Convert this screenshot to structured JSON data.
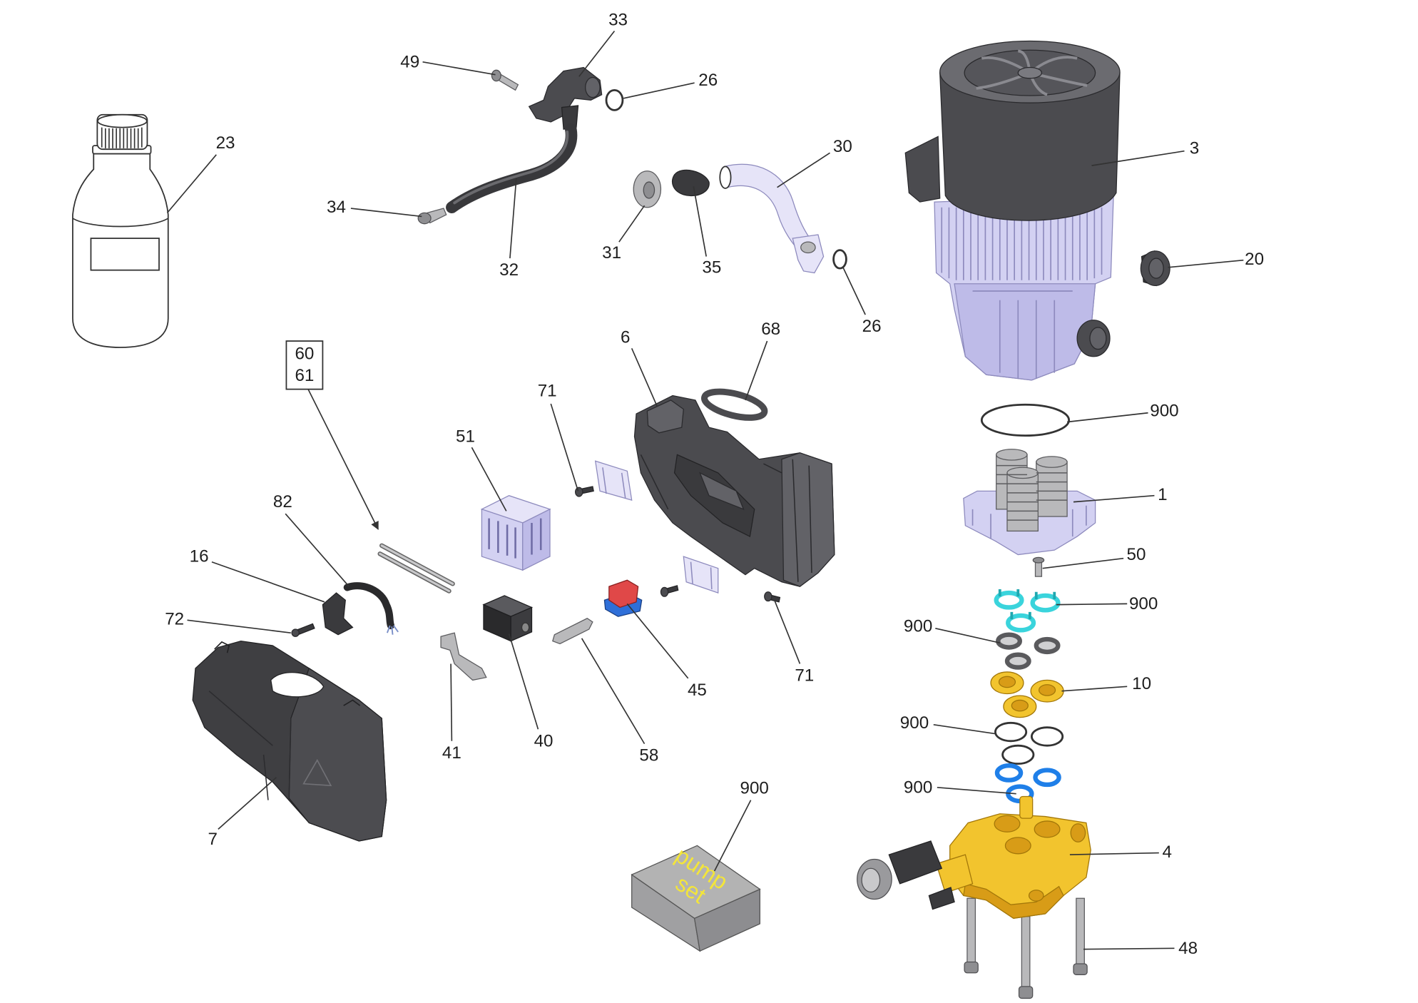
{
  "callouts": {
    "c33": "33",
    "c49": "49",
    "c26a": "26",
    "c23": "23",
    "c34": "34",
    "c32": "32",
    "c30": "30",
    "c31": "31",
    "c35": "35",
    "c26b": "26",
    "c3": "3",
    "c20": "20",
    "c6": "6",
    "c68": "68",
    "c71a": "71",
    "c51": "51",
    "c82": "82",
    "c16": "16",
    "c72": "72",
    "c7": "7",
    "c41": "41",
    "c40": "40",
    "c58": "58",
    "c45": "45",
    "c71b": "71",
    "c900a": "900",
    "c1": "1",
    "c50": "50",
    "c900b": "900",
    "c900c": "900",
    "c10": "10",
    "c900d": "900",
    "c900e": "900",
    "c4": "4",
    "c48": "48",
    "c900f": "900"
  },
  "ref_box": {
    "top": "60",
    "bottom": "61"
  },
  "kit_box": {
    "line1": "pump",
    "line2": "set"
  },
  "colors": {
    "dark": "#4b4b4f",
    "lav": "#d3d1f2",
    "brass": "#f2c42e",
    "cyan": "#3ad4dc",
    "blue": "#1f7fe8",
    "kit": "#b3b3b3",
    "kittext": "#f3e53a"
  }
}
